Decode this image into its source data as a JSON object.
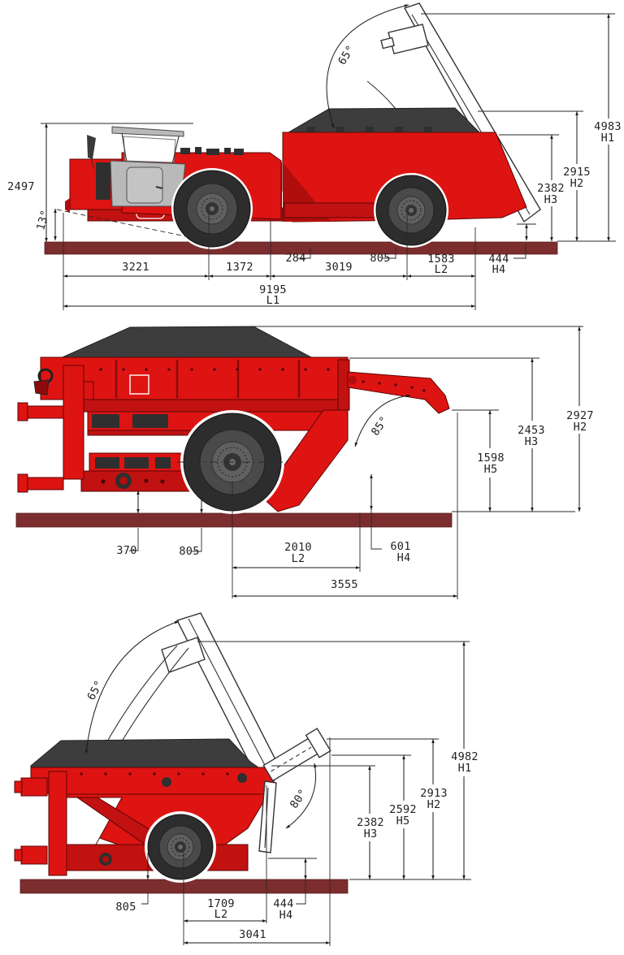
{
  "colors": {
    "body_red": "#de1412",
    "body_red_shade": "#b00d0d",
    "load_gray": "#3d3d3d",
    "cab_gray": "#b9b9b9",
    "ground_maroon": "#7c2d2e",
    "dimension_line": "#1a1a1a"
  },
  "v1": {
    "d2497": "2497",
    "a13": "13°",
    "a65": "65°",
    "h1v": "4983",
    "h1l": "H1",
    "h2v": "2915",
    "h2l": "H2",
    "h3v": "2382",
    "h3l": "H3",
    "d3221": "3221",
    "d1372": "1372",
    "d284": "284",
    "d3019": "3019",
    "d805": "805",
    "l2v": "1583",
    "l2l": "L2",
    "h4v": "444",
    "h4l": "H4",
    "l1v": "9195",
    "l1l": "L1"
  },
  "v2": {
    "a85": "85°",
    "h2v": "2927",
    "h2l": "H2",
    "h3v": "2453",
    "h3l": "H3",
    "h5v": "1598",
    "h5l": "H5",
    "h4v": "601",
    "h4l": "H4",
    "d370": "370",
    "d805": "805",
    "l2v": "2010",
    "l2l": "L2",
    "d3555": "3555"
  },
  "v3": {
    "a65": "65°",
    "a80": "80°",
    "h1v": "4982",
    "h1l": "H1",
    "h2v": "2913",
    "h2l": "H2",
    "h5v": "2592",
    "h5l": "H5",
    "h3v": "2382",
    "h3l": "H3",
    "d805": "805",
    "l2v": "1709",
    "l2l": "L2",
    "h4v": "444",
    "h4l": "H4",
    "d3041": "3041"
  }
}
